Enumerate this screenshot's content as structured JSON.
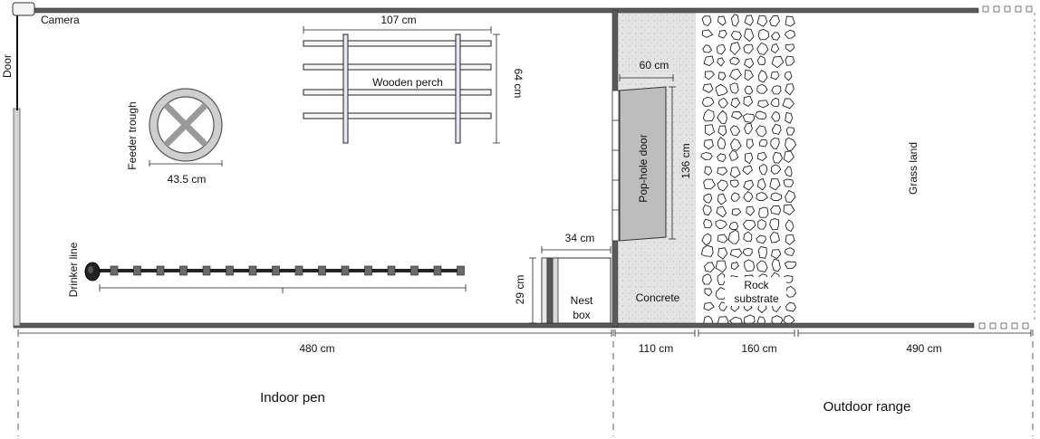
{
  "labels": {
    "camera": "Camera",
    "door": "Door",
    "feeder_trough": "Feeder trough",
    "feeder_dim": "43.5 cm",
    "perch": "Wooden perch",
    "perch_width": "107 cm",
    "perch_depth": "64 cm",
    "drinker_line": "Drinker line",
    "nest_box": "Nest box",
    "nest_width": "34 cm",
    "nest_depth": "29 cm",
    "pophole_door": "Pop-hole door",
    "pophole_width": "60 cm",
    "pophole_height": "136 cm",
    "concrete": "Concrete",
    "rock_substrate": "Rock substrate",
    "grass_land": "Grass land"
  },
  "zones": {
    "indoor_width": "480 cm",
    "concrete_width": "110 cm",
    "rock_width": "160 cm",
    "grass_width": "490 cm",
    "indoor_label": "Indoor pen",
    "outdoor_label": "Outdoor range"
  },
  "colors": {
    "wall": "#5a5a5a",
    "concrete": "#e3e3e3",
    "door_fill": "#bdbdbd",
    "drinker": "#222222"
  }
}
